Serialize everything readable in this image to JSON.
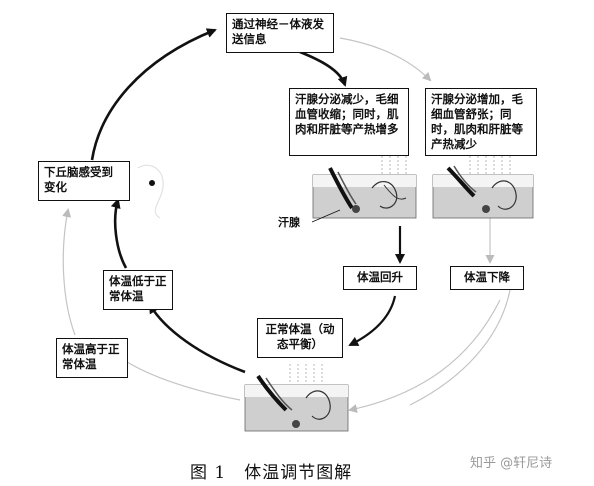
{
  "boxes": {
    "signal": "通过神经－体液发送信息",
    "cold_response": "汗腺分泌减少，毛细血管收缩；同时，肌肉和肝脏等产热增多",
    "hot_response": "汗腺分泌增加，毛细血管舒张；同时，肌肉和肝脏等产热减少",
    "hypothalamus": "下丘脑感受到变化",
    "temp_rise": "体温回升",
    "temp_fall": "体温下降",
    "below_normal": "体温低于正常体温",
    "above_normal": "体温高于正常体温",
    "normal": "正常体温（动态平衡）"
  },
  "labels": {
    "sweat_gland": "汗腺"
  },
  "caption": "图 1　体温调节图解",
  "watermark": "知乎 @轩尼诗"
}
